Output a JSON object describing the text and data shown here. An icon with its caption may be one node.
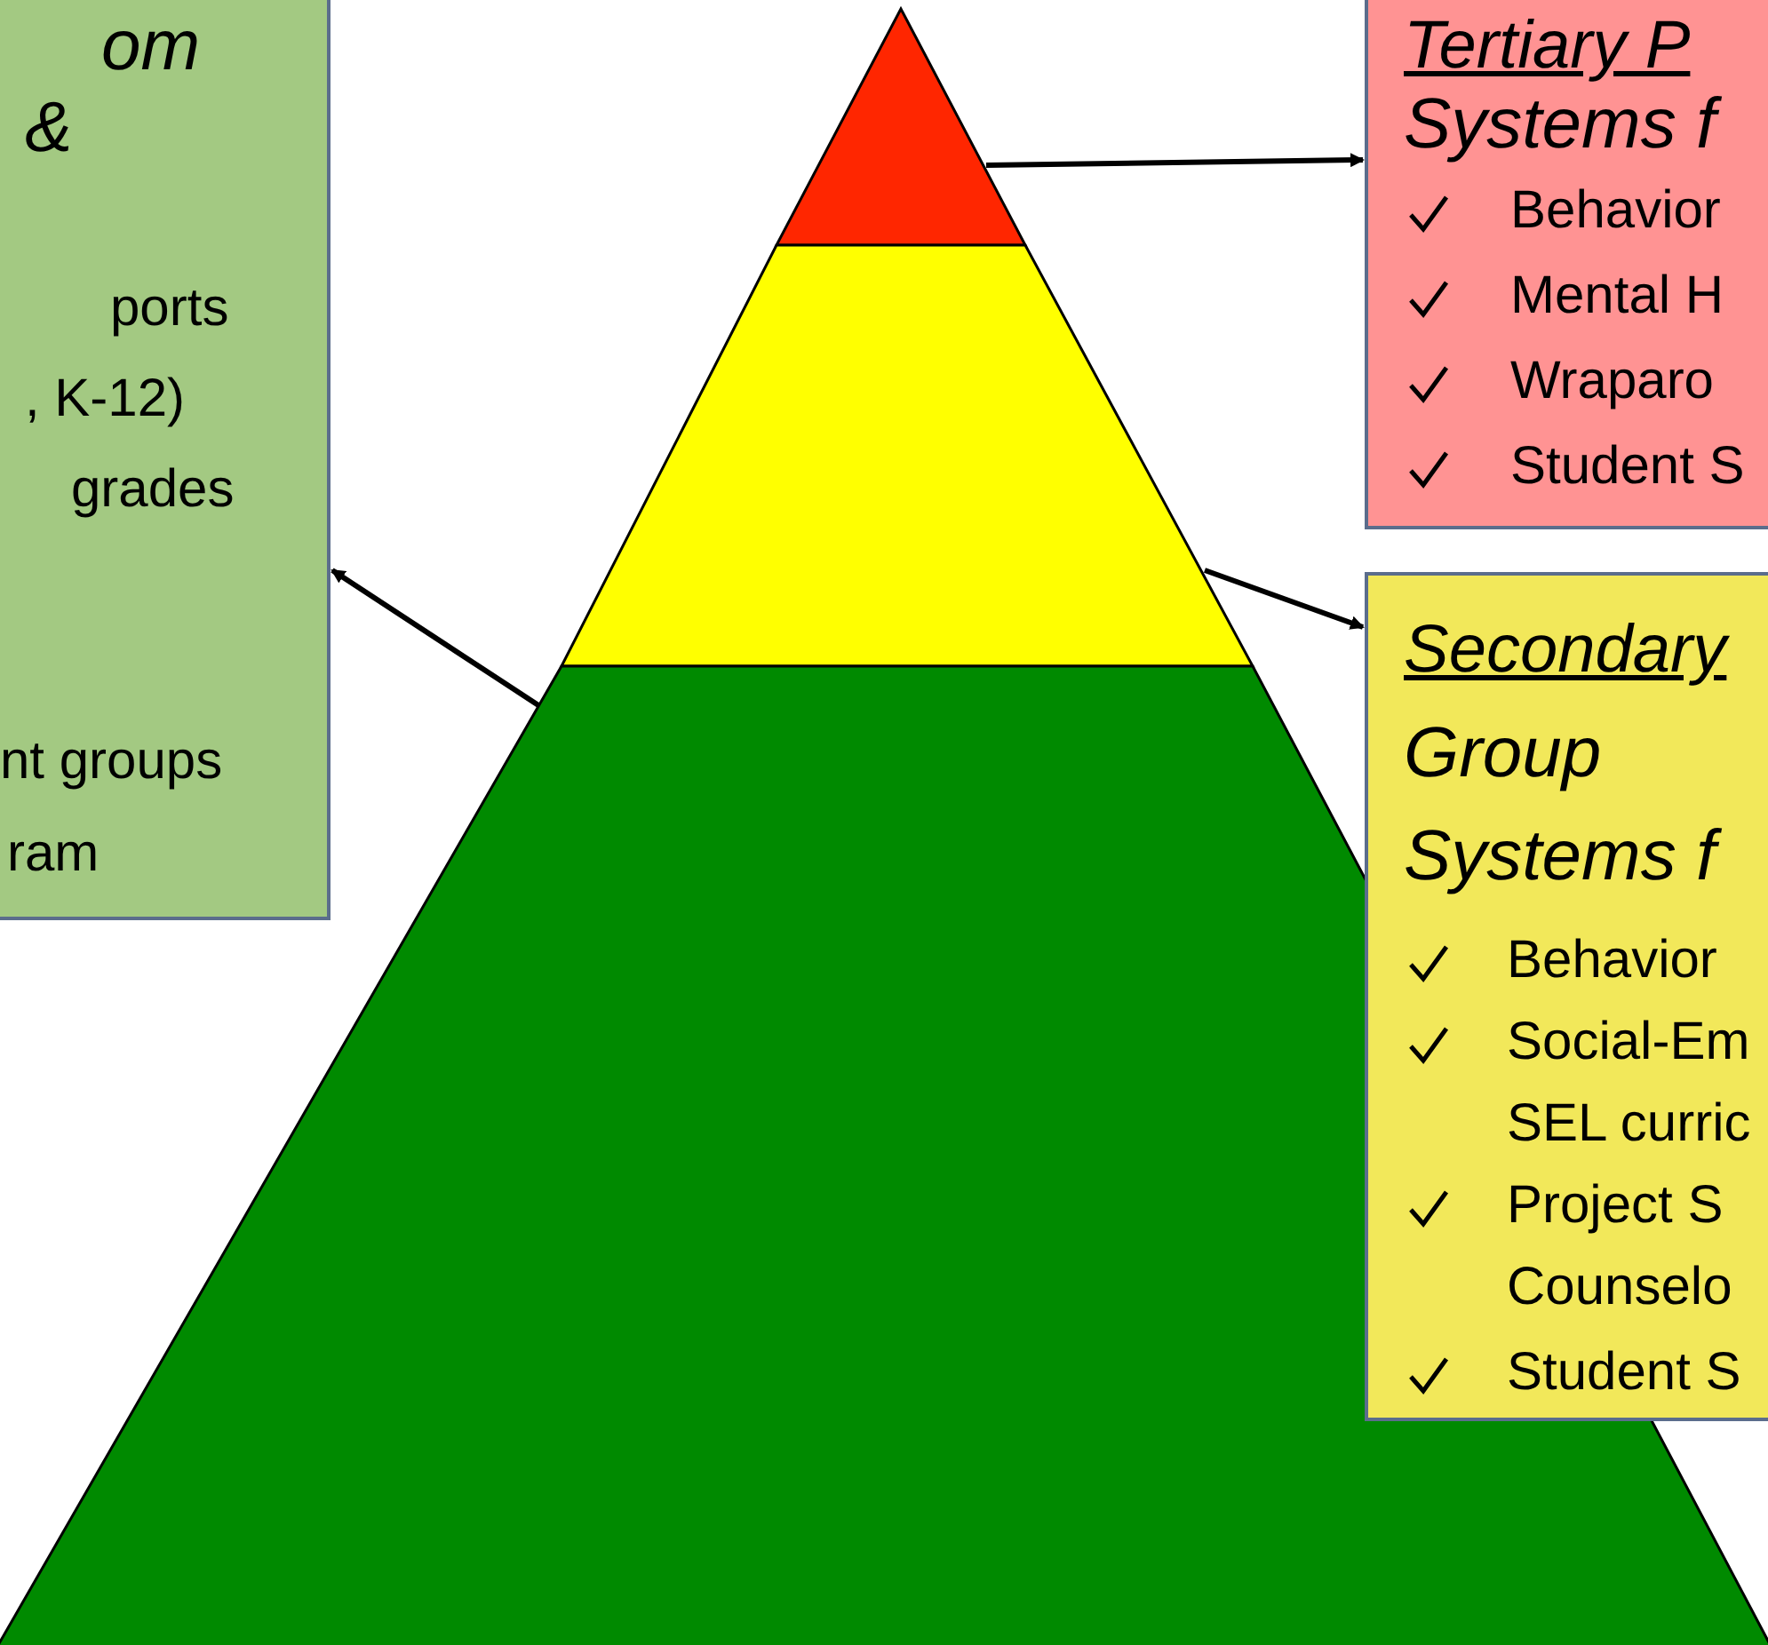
{
  "diagram": {
    "nodes": [
      {
        "text": [
          "om",
          "&",
          "ports",
          ", K-12)",
          "grades",
          "nt groups",
          "ram"
        ]
      },
      {
        "text": [],
        "shape": "triangle"
      },
      {
        "text": [],
        "shape": "band"
      },
      {
        "text": [],
        "shape": "band"
      },
      {
        "text": [
          "Tertiary P",
          "Systems f",
          "Behavior",
          "Mental H",
          "Wraparo",
          "Student S"
        ]
      },
      {
        "text": [
          "Secondary",
          "Group",
          "Systems f",
          "Behavior",
          "Social-Em",
          "SEL curric",
          "Project S",
          "Counselo",
          "Student S"
        ]
      }
    ],
    "edges": [
      {
        "from": 1,
        "to": 4,
        "arrow": "to"
      },
      {
        "from": 2,
        "to": 5,
        "arrow": "to"
      },
      {
        "from": 3,
        "to": 0,
        "arrow": "to"
      }
    ]
  }
}
